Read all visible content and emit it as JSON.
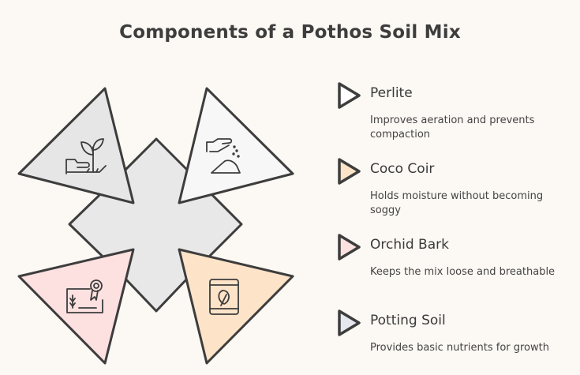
{
  "title": "Components of a Pothos Soil Mix",
  "colors": {
    "background": "#fcf8f3",
    "outline": "#3d3d3d",
    "center": "#e8e8e8",
    "perlite": "#e6e6e6",
    "coco_coir": "#f7f7f7",
    "orchid_bark": "#fde0e0",
    "potting_soil": "#fde3c8"
  },
  "components": [
    {
      "name": "Perlite",
      "description": "Improves aeration and prevents compaction",
      "marker_color": "#ffffff",
      "icon": "seedling-in-hand-icon"
    },
    {
      "name": "Coco Coir",
      "description": "Holds moisture without becoming soggy",
      "marker_color": "#fde3c8",
      "icon": "hand-sprinkling-soil-icon"
    },
    {
      "name": "Orchid Bark",
      "description": "Keeps the mix loose and breathable",
      "marker_color": "#fde0e0",
      "icon": "certificate-award-icon"
    },
    {
      "name": "Potting Soil",
      "description": "Provides basic nutrients for growth",
      "marker_color": "#e6e8ee",
      "icon": "soil-bag-leaf-icon"
    }
  ]
}
